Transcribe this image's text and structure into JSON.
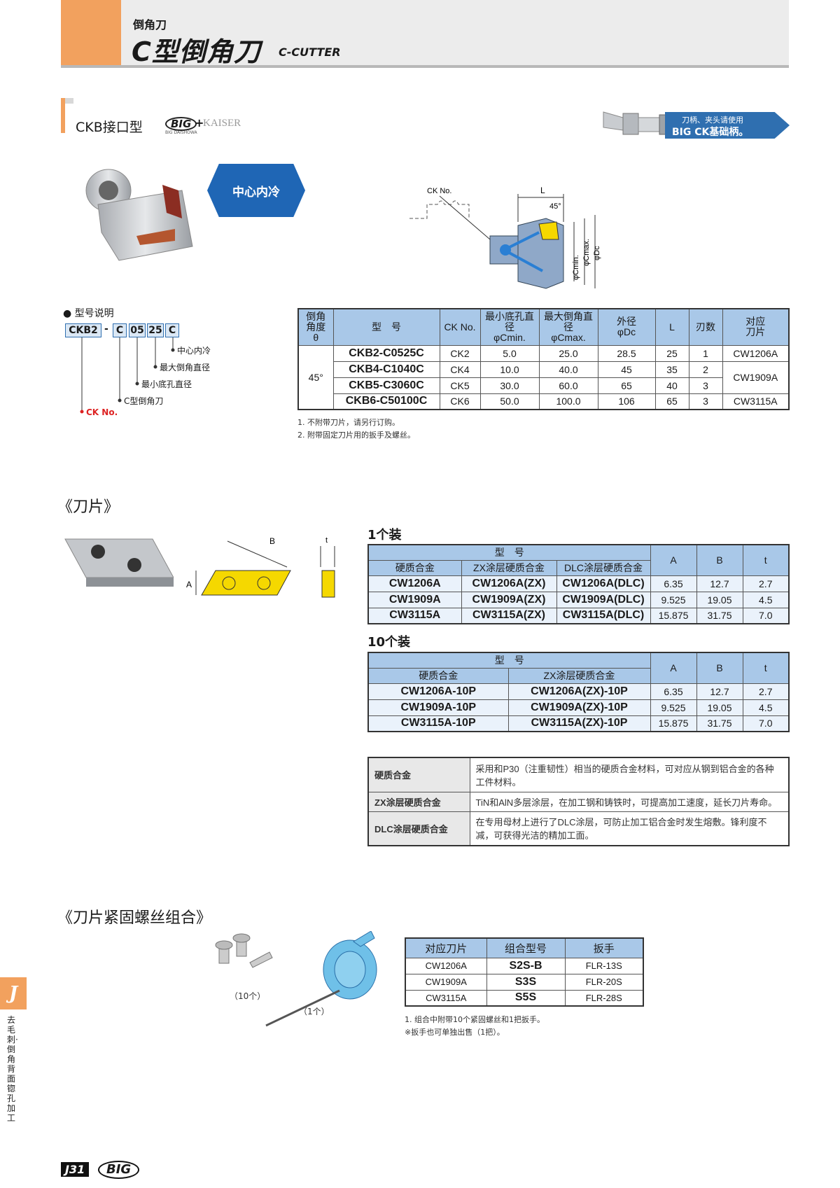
{
  "header": {
    "subtitle": "倒角刀",
    "title": "C型倒角刀",
    "title_en": "C-CUTTER"
  },
  "section_ckb": {
    "title": "CKB接口型",
    "logo_big": "BIG",
    "logo_plus": "+",
    "logo_kaiser": "KAISER",
    "logo_small": "BIG DAISHOWA",
    "banner_line1": "刀柄、夹头请使用",
    "banner_line2": "BIG CK基础柄。",
    "coolant_badge": "中心内冷"
  },
  "diagram_labels": {
    "ck_no": "CK No.",
    "L": "L",
    "angle": "45°",
    "cmin": "φCmin.",
    "cmax": "φCmax.",
    "dc": "φDc"
  },
  "model_legend": {
    "title": "● 型号说明",
    "codes": [
      "CKB2",
      "C",
      "05",
      "25",
      "C"
    ],
    "dash": "-",
    "labels": [
      "中心内冷",
      "最大倒角直径",
      "最小底孔直径",
      "C型倒角刀",
      "CK No."
    ]
  },
  "main_table": {
    "headers": [
      "倒角\n角度\nθ",
      "型　号",
      "CK No.",
      "最小底孔直径\nφCmin.",
      "最大倒角直径\nφCmax.",
      "外径\nφDc",
      "L",
      "刃数",
      "对应\n刀片"
    ],
    "angle": "45°",
    "rows": [
      {
        "model": "CKB2-C0525C",
        "ck": "CK2",
        "cmin": "5.0",
        "cmax": "25.0",
        "dc": "28.5",
        "L": "25",
        "z": "1",
        "insert": "CW1206A"
      },
      {
        "model": "CKB4-C1040C",
        "ck": "CK4",
        "cmin": "10.0",
        "cmax": "40.0",
        "dc": "45",
        "L": "35",
        "z": "2",
        "insert": "CW1909A"
      },
      {
        "model": "CKB5-C3060C",
        "ck": "CK5",
        "cmin": "30.0",
        "cmax": "60.0",
        "dc": "65",
        "L": "40",
        "z": "3",
        "insert": ""
      },
      {
        "model": "CKB6-C50100C",
        "ck": "CK6",
        "cmin": "50.0",
        "cmax": "100.0",
        "dc": "106",
        "L": "65",
        "z": "3",
        "insert": "CW3115A"
      }
    ],
    "notes": [
      "1. 不附带刀片，请另行订购。",
      "2. 附带固定刀片用的扳手及螺丝。"
    ]
  },
  "inserts_section": {
    "title": "《刀片》",
    "dim_labels": {
      "A": "A",
      "B": "B",
      "t": "t"
    },
    "pack1_title": "1个装",
    "pack1_headers": {
      "model": "型　号",
      "carbide": "硬质合金",
      "zx": "ZX涂层硬质合金",
      "dlc": "DLC涂层硬质合金",
      "A": "A",
      "B": "B",
      "t": "t"
    },
    "pack1_rows": [
      {
        "carbide": "CW1206A",
        "zx": "CW1206A(ZX)",
        "dlc": "CW1206A(DLC)",
        "A": "6.35",
        "B": "12.7",
        "t": "2.7"
      },
      {
        "carbide": "CW1909A",
        "zx": "CW1909A(ZX)",
        "dlc": "CW1909A(DLC)",
        "A": "9.525",
        "B": "19.05",
        "t": "4.5"
      },
      {
        "carbide": "CW3115A",
        "zx": "CW3115A(ZX)",
        "dlc": "CW3115A(DLC)",
        "A": "15.875",
        "B": "31.75",
        "t": "7.0"
      }
    ],
    "pack10_title": "10个装",
    "pack10_headers": {
      "model": "型　号",
      "carbide": "硬质合金",
      "zx": "ZX涂层硬质合金",
      "A": "A",
      "B": "B",
      "t": "t"
    },
    "pack10_rows": [
      {
        "carbide": "CW1206A-10P",
        "zx": "CW1206A(ZX)-10P",
        "A": "6.35",
        "B": "12.7",
        "t": "2.7"
      },
      {
        "carbide": "CW1909A-10P",
        "zx": "CW1909A(ZX)-10P",
        "A": "9.525",
        "B": "19.05",
        "t": "4.5"
      },
      {
        "carbide": "CW3115A-10P",
        "zx": "CW3115A(ZX)-10P",
        "A": "15.875",
        "B": "31.75",
        "t": "7.0"
      }
    ],
    "materials": [
      {
        "name": "硬质合金",
        "desc": "采用和P30（注重韧性）相当的硬质合金材料，可对应从钢到铝合金的各种工件材料。"
      },
      {
        "name": "ZX涂层硬质合金",
        "desc": "TiN和AlN多层涂层，在加工钢和铸铁时，可提高加工速度，延长刀片寿命。"
      },
      {
        "name": "DLC涂层硬质合金",
        "desc": "在专用母材上进行了DLC涂层，可防止加工铝合金时发生熔敷。锋利度不减，可获得光洁的精加工面。"
      }
    ]
  },
  "screw_section": {
    "title": "《刀片紧固螺丝组合》",
    "qty_screws": "（10个）",
    "qty_wrench": "（1个）",
    "headers": [
      "对应刀片",
      "组合型号",
      "扳手"
    ],
    "rows": [
      {
        "insert": "CW1206A",
        "set": "S2S-B",
        "wrench": "FLR-13S"
      },
      {
        "insert": "CW1909A",
        "set": "S3S",
        "wrench": "FLR-20S"
      },
      {
        "insert": "CW3115A",
        "set": "S5S",
        "wrench": "FLR-28S"
      }
    ],
    "notes": [
      "1. 组合中附带10个紧固螺丝和1把扳手。",
      "※扳手也可单独出售（1把）。"
    ]
  },
  "side": {
    "tab": "J",
    "text": "去毛刺·倒角背面锪孔加工"
  },
  "footer": {
    "page": "J31",
    "logo": "BIG"
  },
  "colors": {
    "accent_orange": "#f2a15e",
    "header_blue": "#a9c8e8",
    "brand_blue": "#1f66b5"
  }
}
